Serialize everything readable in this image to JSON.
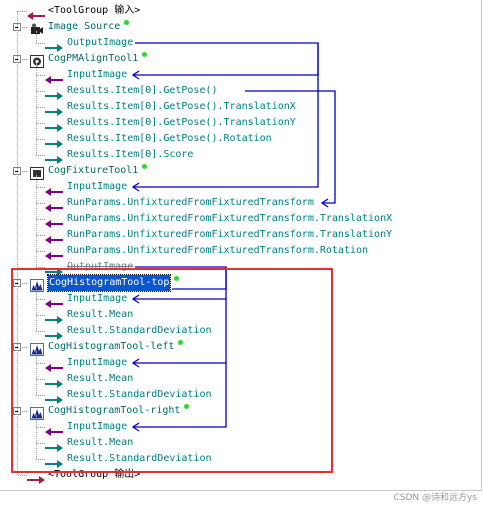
{
  "tree": {
    "rows": [
      {
        "text": "<ToolGroup 输入>",
        "kind": "term",
        "dir": "in",
        "dot": false
      },
      {
        "text": "Image Source",
        "kind": "tool",
        "icon": "camera-icon",
        "dot": true
      },
      {
        "text": "OutputImage",
        "kind": "output",
        "dir": "out",
        "dot": false
      },
      {
        "text": "CogPMAlignTool1",
        "kind": "tool",
        "icon": "pmalign-tool-icon",
        "dot": true
      },
      {
        "text": "InputImage",
        "kind": "input",
        "dir": "in",
        "dot": false
      },
      {
        "text": "Results.Item[0].GetPose()",
        "kind": "output",
        "dir": "out",
        "dot": false
      },
      {
        "text": "Results.Item[0].GetPose().TranslationX",
        "kind": "output",
        "dir": "out",
        "dot": false
      },
      {
        "text": "Results.Item[0].GetPose().TranslationY",
        "kind": "output",
        "dir": "out",
        "dot": false
      },
      {
        "text": "Results.Item[0].GetPose().Rotation",
        "kind": "output",
        "dir": "out",
        "dot": false
      },
      {
        "text": "Results.Item[0].Score",
        "kind": "output",
        "dir": "out",
        "dot": false
      },
      {
        "text": "CogFixtureTool1",
        "kind": "tool",
        "icon": "fixture-tool-icon",
        "dot": true
      },
      {
        "text": "InputImage",
        "kind": "input",
        "dir": "in",
        "dot": false
      },
      {
        "text": "RunParams.UnfixturedFromFixturedTransform",
        "kind": "input",
        "dir": "in",
        "dot": false
      },
      {
        "text": "RunParams.UnfixturedFromFixturedTransform.TranslationX",
        "kind": "input",
        "dir": "in",
        "dot": false
      },
      {
        "text": "RunParams.UnfixturedFromFixturedTransform.TranslationY",
        "kind": "input",
        "dir": "in",
        "dot": false
      },
      {
        "text": "RunParams.UnfixturedFromFixturedTransform.Rotation",
        "kind": "input",
        "dir": "in",
        "dot": false
      },
      {
        "text": "OutputImage",
        "kind": "output",
        "dir": "out",
        "dot": false,
        "struck": true
      },
      {
        "text": "CogHistogramTool-top",
        "kind": "tool",
        "icon": "histogram-tool-icon",
        "dot": true,
        "selected": true
      },
      {
        "text": "InputImage",
        "kind": "input",
        "dir": "in",
        "dot": false
      },
      {
        "text": "Result.Mean",
        "kind": "output",
        "dir": "out",
        "dot": false
      },
      {
        "text": "Result.StandardDeviation",
        "kind": "output",
        "dir": "out",
        "dot": false
      },
      {
        "text": "CogHistogramTool-left",
        "kind": "tool",
        "icon": "histogram-tool-icon",
        "dot": true
      },
      {
        "text": "InputImage",
        "kind": "input",
        "dir": "in",
        "dot": false
      },
      {
        "text": "Result.Mean",
        "kind": "output",
        "dir": "out",
        "dot": false
      },
      {
        "text": "Result.StandardDeviation",
        "kind": "output",
        "dir": "out",
        "dot": false
      },
      {
        "text": "CogHistogramTool-right",
        "kind": "tool",
        "icon": "histogram-tool-icon",
        "dot": true
      },
      {
        "text": "InputImage",
        "kind": "input",
        "dir": "in",
        "dot": false
      },
      {
        "text": "Result.Mean",
        "kind": "output",
        "dir": "out",
        "dot": false
      },
      {
        "text": "Result.StandardDeviation",
        "kind": "output",
        "dir": "out",
        "dot": false
      },
      {
        "text": "<ToolGroup 输出>",
        "kind": "term",
        "dir": "out",
        "dot": false
      }
    ]
  },
  "watermark": "CSDN @诗和远方ys",
  "colors": {
    "input_arrow": "#800080",
    "output_arrow": "#008080",
    "term_arrow": "#a0204a",
    "link_line": "#0000cc",
    "highlight_box": "#e53030",
    "selection": "#0b55d0",
    "status_dot": "#22dd22"
  }
}
